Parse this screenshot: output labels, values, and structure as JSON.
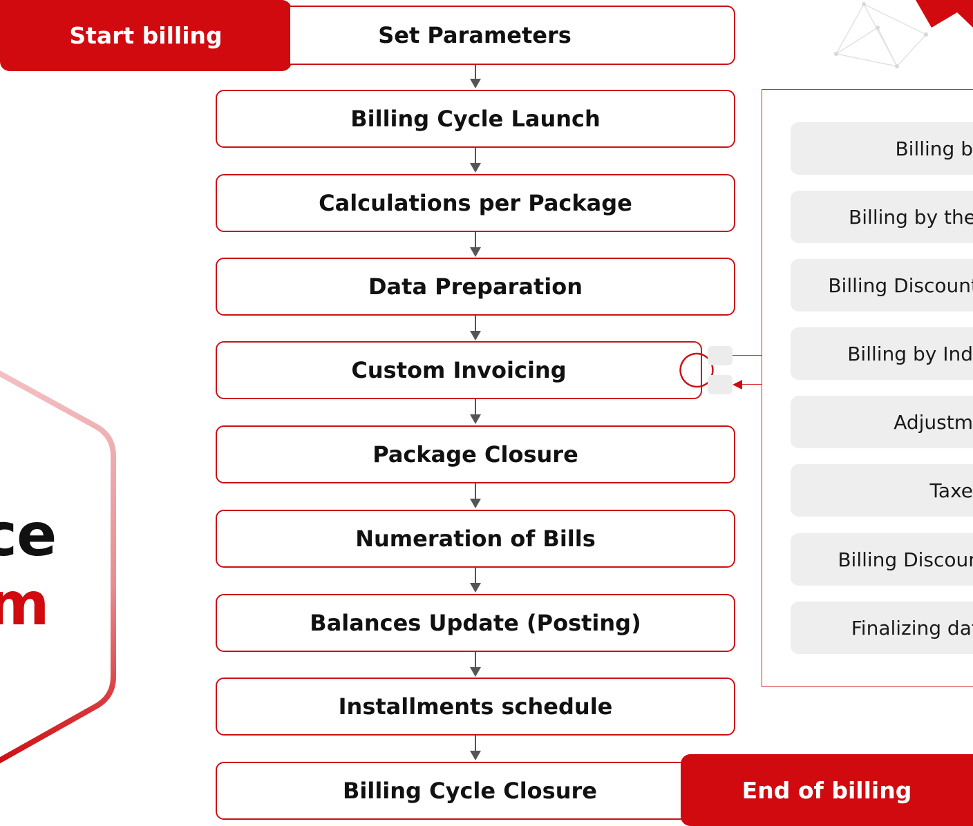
{
  "start_label": "Start billing",
  "end_label": "End of billing",
  "steps": [
    "Set Parameters",
    "Billing Cycle Launch",
    "Calculations per Package",
    "Data Preparation",
    "Custom Invoicing",
    "Package Closure",
    "Numeration of Bills",
    "Balances Update (Posting)",
    "Installments schedule",
    "Billing Cycle Closure"
  ],
  "sub_steps": [
    "Billing b",
    "Billing by the",
    "Billing Discount",
    "Billing by Ind",
    "Adjustm",
    "Taxe",
    "Billing Discount",
    "Finalizing data"
  ],
  "left_partial_text": {
    "line1": "ce",
    "line2": "m"
  },
  "colors": {
    "accent": "#d00a0f",
    "border": "#cc1016",
    "sub_bg": "#eeeeee"
  }
}
